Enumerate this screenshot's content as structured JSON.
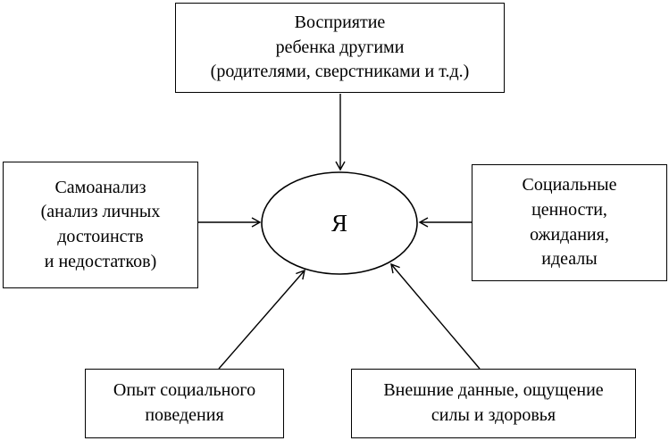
{
  "diagram": {
    "center": {
      "label": "Я"
    },
    "top_box": {
      "line1": "Восприятие",
      "line2": "ребенка другими",
      "line3": "(родителями, сверстниками и т.д.)"
    },
    "left_box": {
      "line1": "Самоанализ",
      "line2": "(анализ личных",
      "line3": "достоинств",
      "line4": "и недостатков)"
    },
    "right_box": {
      "line1": "Социальные",
      "line2": "ценности,",
      "line3": "ожидания,",
      "line4": "идеалы"
    },
    "bottom_left_box": {
      "line1": "Опыт социального",
      "line2": "поведения"
    },
    "bottom_right_box": {
      "line1": "Внешние данные, ощущение",
      "line2": "силы и здоровья"
    },
    "colors": {
      "line": "#000000",
      "background": "#ffffff",
      "text": "#000000"
    }
  }
}
